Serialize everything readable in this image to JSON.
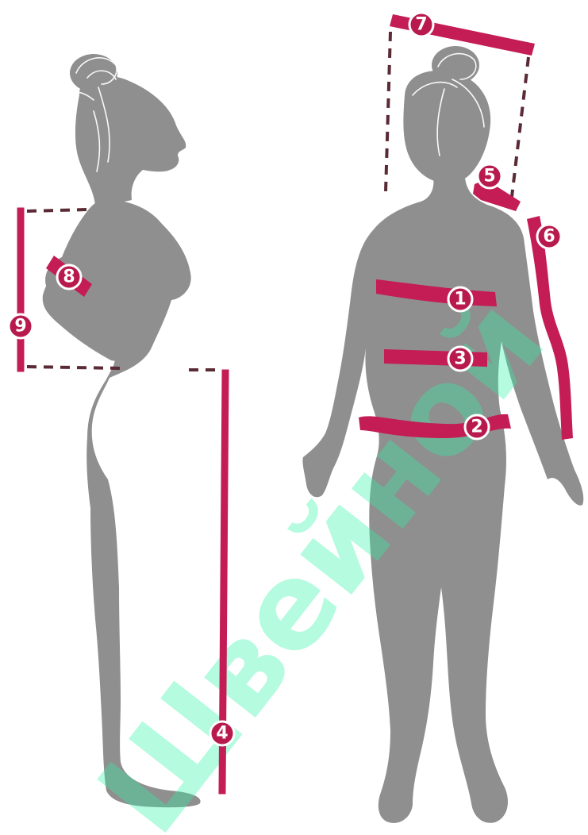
{
  "markers": [
    {
      "id": "marker-1",
      "label": "1"
    },
    {
      "id": "marker-2",
      "label": "2"
    },
    {
      "id": "marker-3",
      "label": "3"
    },
    {
      "id": "marker-4",
      "label": "4"
    },
    {
      "id": "marker-5",
      "label": "5"
    },
    {
      "id": "marker-6",
      "label": "6"
    },
    {
      "id": "marker-7",
      "label": "7"
    },
    {
      "id": "marker-8",
      "label": "8"
    },
    {
      "id": "marker-9",
      "label": "9"
    }
  ],
  "watermark": {
    "text": "Швейной"
  },
  "colors": {
    "tape": "#c41c55",
    "silhouette": "#8f8f8f",
    "watermark": "#2ff5a7",
    "background": "#ffffff"
  }
}
